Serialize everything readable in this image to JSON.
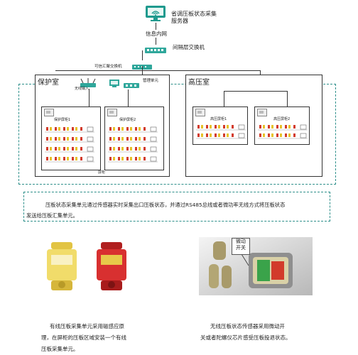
{
  "top": {
    "server_label_line1": "省调压板状态采集",
    "server_label_line2": "服务器",
    "intranet_label": "信息内网",
    "isolation_switch_label": "间隔层交换机",
    "aggregate_switch_label": "可信汇聚交换机"
  },
  "protection_room": {
    "title": "保护室",
    "wired_input_label": "无线输入",
    "mgmt_unit_label": "管理单元",
    "cabinet_1_label": "保护屏柜1",
    "cabinet_2_label": "保护屏柜2",
    "bottom_label": "屏柜"
  },
  "hv_room": {
    "title": "高压室",
    "cabinet_1_label": "高压屏柜1",
    "cabinet_2_label": "高压屏柜2"
  },
  "caption": {
    "line1": "压板状态采集单元通过传感器实时采集出口压板状态，并通过RS485总线或者微功率无线方式将压板状态",
    "line2": "发送给压板汇集单元。"
  },
  "photos": {
    "left_caption_line1": "有线压板采集单元采用磁感应原",
    "left_caption_line2": "理，在屏柜的压板区域安装一个有线",
    "left_caption_line3": "压板采集单元。",
    "right_callout_line1": "微动",
    "right_callout_line2": "开关",
    "right_caption_line1": "无线压板状态传感器采用微动开",
    "right_caption_line2": "关或者陀螺仪芯片感受压板投退状态。"
  }
}
